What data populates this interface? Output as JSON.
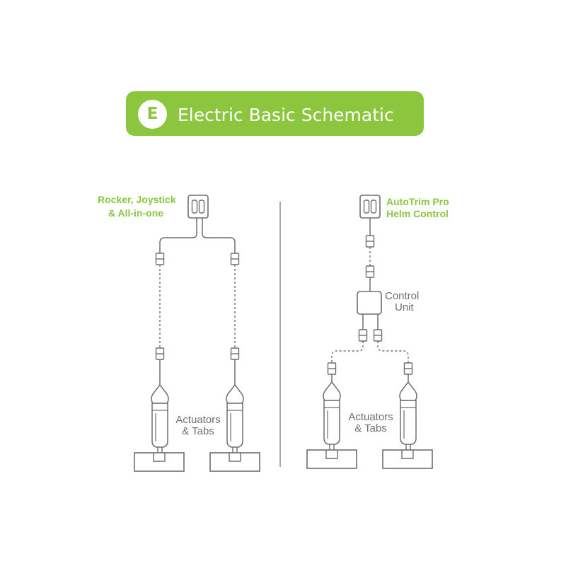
{
  "header": {
    "badge_letter": "E",
    "title": "Electric Basic Schematic"
  },
  "left_panel": {
    "control_label_line1": "Rocker, Joystick",
    "control_label_line2": "& All-in-one",
    "actuators_label_line1": "Actuators",
    "actuators_label_line2": "& Tabs"
  },
  "right_panel": {
    "control_label_line1": "AutoTrim Pro",
    "control_label_line2": "Helm Control",
    "control_unit_line1": "Control",
    "control_unit_line2": "Unit",
    "actuators_label_line1": "Actuators",
    "actuators_label_line2": "& Tabs"
  },
  "colors": {
    "accent": "#8cc63f",
    "line": "#6d6e71",
    "background": "#ffffff"
  },
  "icons": [
    "switch-panel-icon",
    "connector-icon",
    "actuator-icon",
    "trim-tab-icon",
    "control-unit-icon"
  ]
}
